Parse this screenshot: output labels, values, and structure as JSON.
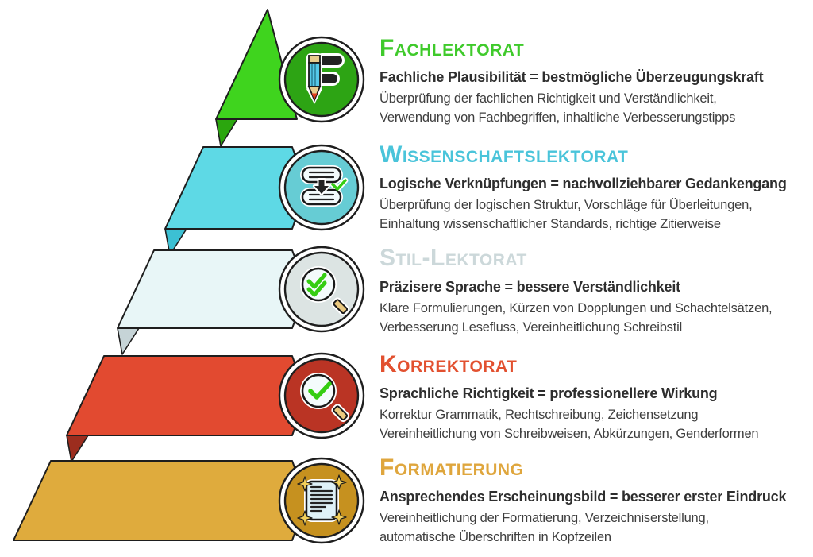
{
  "diagram": {
    "background": "#ffffff",
    "levels": [
      {
        "id": "fachlektorat",
        "title": "Fachlektorat",
        "subtitle": "Fachliche Plausibilität = bestmögliche Überzeugungskraft",
        "desc_line1": "Überprüfung der fachlichen Richtigkeit und Verständlichkeit,",
        "desc_line2": "Verwendung von Fachbegriffen, inhaltliche Verbesserungstipps",
        "title_color": "#3fca2b",
        "shape_color": "#3fd41e",
        "fold_color": "#2ba60e",
        "circle_color": "#2da414",
        "icon": "pencil-f-icon"
      },
      {
        "id": "wissenschaftslektorat",
        "title": "Wissenschaftslektorat",
        "subtitle": "Logische Verknüpfungen = nachvollziehbarer Gedankengang",
        "desc_line1": "Überprüfung der logischen Struktur, Vorschläge für Überleitungen,",
        "desc_line2": "Einhaltung wissenschaftlicher Standards, richtige Zitierweise",
        "title_color": "#4ac4da",
        "shape_color": "#5ed9e5",
        "fold_color": "#3cc0d3",
        "circle_color": "#66ccd4",
        "icon": "logic-flow-icon"
      },
      {
        "id": "stil-lektorat",
        "title": "Stil-Lektorat",
        "subtitle": "Präzisere Sprache = bessere Verständlichkeit",
        "desc_line1": "Klare Formulierungen, Kürzen von Dopplungen und Schachtelsätzen,",
        "desc_line2": "Verbesserung Lesefluss, Vereinheitlichung Schreibstil",
        "title_color": "#ccd8da",
        "shape_color": "#e8f6f7",
        "fold_color": "#c6d4d7",
        "circle_color": "#dce4e3",
        "icon": "magnifier-double-check-icon"
      },
      {
        "id": "korrektorat",
        "title": "Korrektorat",
        "subtitle": "Sprachliche Richtigkeit = professionellere Wirkung",
        "desc_line1": "Korrektur Grammatik, Rechtschreibung, Zeichensetzung",
        "desc_line2": "Vereinheitlichung von Schreibweisen, Abkürzungen, Genderformen",
        "title_color": "#e2502f",
        "shape_color": "#e24a30",
        "fold_color": "#9c2d1e",
        "circle_color": "#ba3424",
        "icon": "magnifier-check-icon"
      },
      {
        "id": "formatierung",
        "title": "Formatierung",
        "subtitle": "Ansprechendes Erscheinungsbild = besserer erster Eindruck",
        "desc_line1": "Vereinheitlichung der Formatierung, Verzeichniserstellung,",
        "desc_line2": "automatische Überschriften in Kopfzeilen",
        "title_color": "#dfa63d",
        "shape_color": "#dfab3d",
        "fold_color": null,
        "circle_color": "#c6911f",
        "icon": "sparkle-document-icon"
      }
    ]
  },
  "icon_palette": {
    "check-green": "#35cd12",
    "handle-tan": "#eac87e",
    "lens-fill": "#f4fbfc",
    "page-blue": "#dff2f8",
    "pencil-blue": "#55c8e8",
    "pencil-wood": "#e8cd8e",
    "pencil-tip-red": "#e03c1c",
    "bar-black": "#222222",
    "sparkle-gold": "#f2cf5a"
  }
}
